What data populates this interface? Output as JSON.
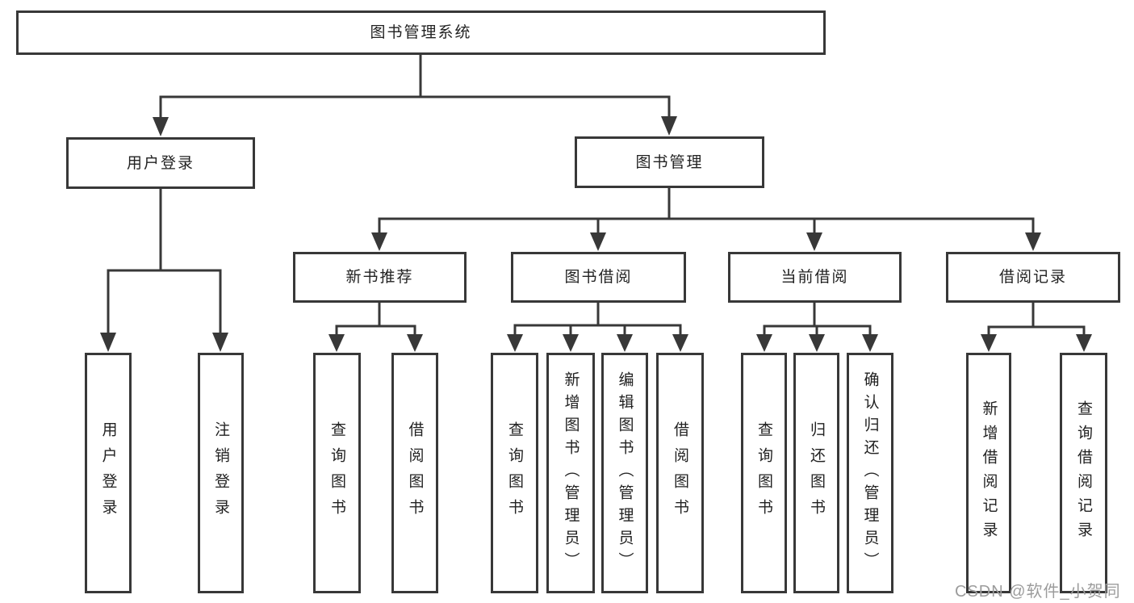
{
  "tree": {
    "label": "图书管理系统",
    "children": [
      {
        "label": "用户登录",
        "children": [
          {
            "label": "用户登录"
          },
          {
            "label": "注销登录"
          }
        ]
      },
      {
        "label": "图书管理",
        "children": [
          {
            "label": "新书推荐",
            "children": [
              {
                "label": "查询图书"
              },
              {
                "label": "借阅图书"
              }
            ]
          },
          {
            "label": "图书借阅",
            "children": [
              {
                "label": "查询图书"
              },
              {
                "label": "新增图书（管理员）"
              },
              {
                "label": "编辑图书（管理员）"
              },
              {
                "label": "借阅图书"
              }
            ]
          },
          {
            "label": "当前借阅",
            "children": [
              {
                "label": "查询图书"
              },
              {
                "label": "归还图书"
              },
              {
                "label": "确认归还（管理员）"
              }
            ]
          },
          {
            "label": "借阅记录",
            "children": [
              {
                "label": "新增借阅记录"
              },
              {
                "label": "查询借阅记录"
              }
            ]
          }
        ]
      }
    ]
  },
  "watermark": "CSDN @软件_小贺同学",
  "colors": {
    "line": "#383838",
    "text": "#222222",
    "box_background": "#ffffff",
    "page_background": "#ffffff",
    "watermark": "#9c9c9c"
  }
}
